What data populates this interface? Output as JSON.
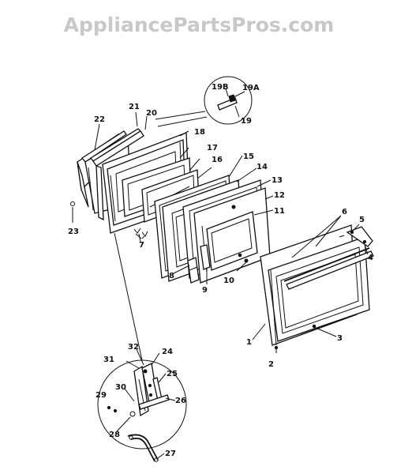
{
  "watermark": "AppliancePartsPros.com",
  "labels": {
    "l1": "1",
    "l2": "2",
    "l3": "3",
    "l4": "4",
    "l5": "5",
    "l6": "6",
    "l7": "7",
    "l8": "8",
    "l9": "9",
    "l10": "10",
    "l11": "11",
    "l12": "12",
    "l13": "13",
    "l14": "14",
    "l15": "15",
    "l16": "16",
    "l17": "17",
    "l18": "18",
    "l19": "19",
    "l19a": "19A",
    "l19b": "19B",
    "l20": "20",
    "l21": "21",
    "l22": "22",
    "l23": "23",
    "l24": "24",
    "l25": "25",
    "l26": "26",
    "l27": "27",
    "l28": "28",
    "l29": "29",
    "l30": "30",
    "l31": "31",
    "l32": "32"
  }
}
